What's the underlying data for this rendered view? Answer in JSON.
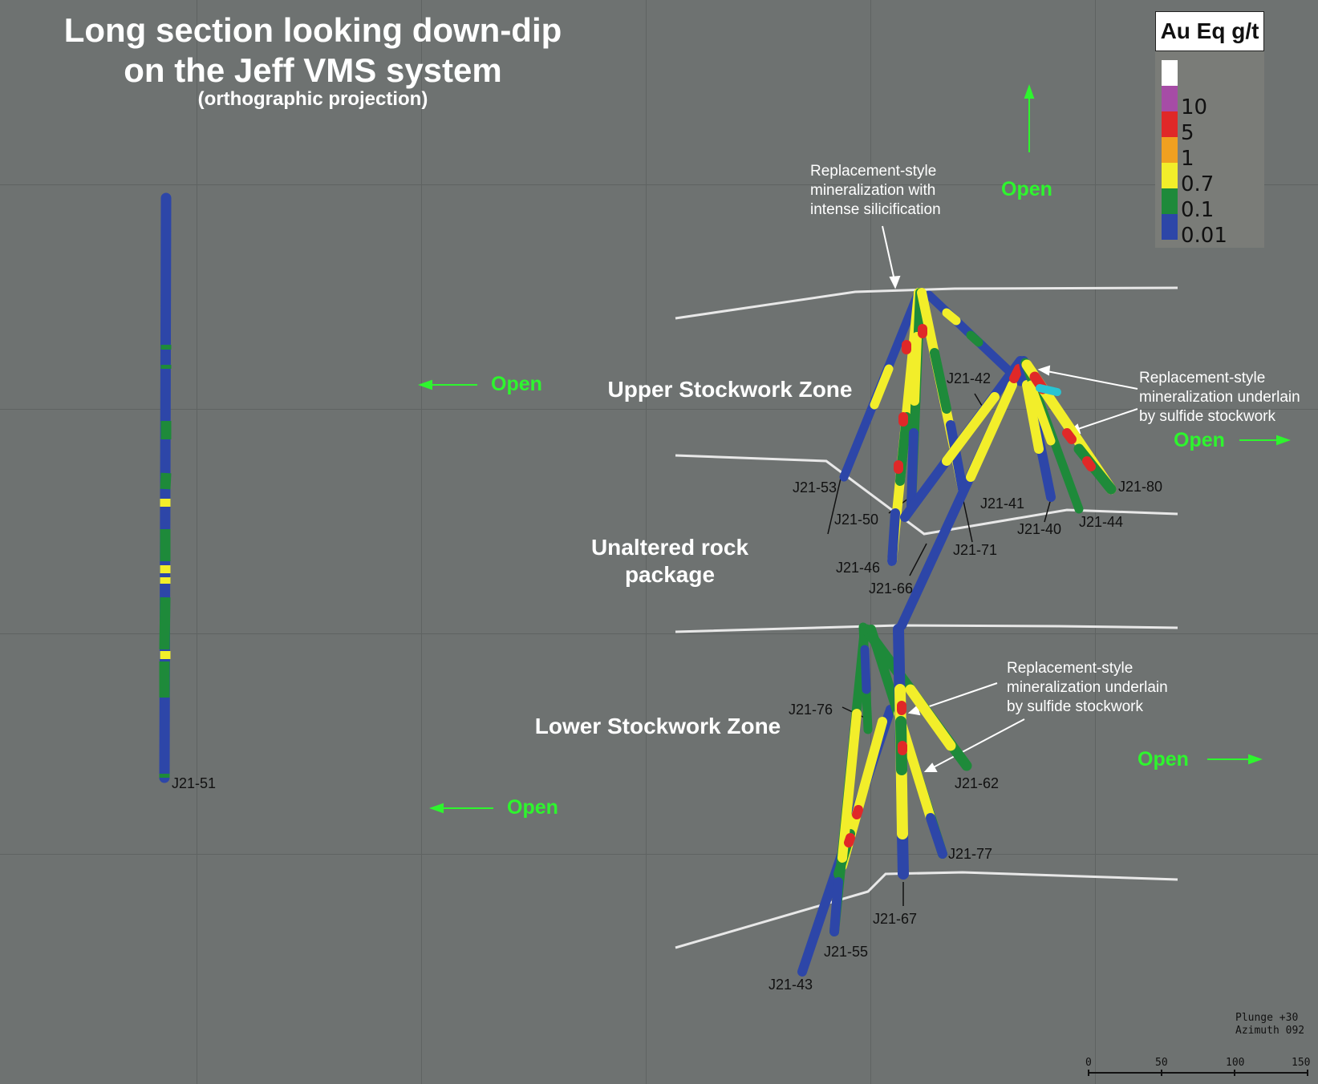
{
  "title": {
    "line1": "Long section looking down-dip",
    "line2": "on the Jeff VMS system",
    "line3": "(orthographic projection)"
  },
  "legend": {
    "title": "Au Eq g/t",
    "entries": [
      {
        "label": "",
        "color": "#ffffff"
      },
      {
        "label": "10",
        "color": "#a64ca6"
      },
      {
        "label": "5",
        "color": "#e02828"
      },
      {
        "label": "1",
        "color": "#f0a020"
      },
      {
        "label": "0.7",
        "color": "#f2ee2a"
      },
      {
        "label": "0.1",
        "color": "#1e8a3a"
      },
      {
        "label": "0.01",
        "color": "#2d46a8"
      }
    ]
  },
  "zones": {
    "upper": "Upper Stockwork Zone",
    "unaltered_1": "Unaltered rock",
    "unaltered_2": "package",
    "lower": "Lower Stockwork Zone"
  },
  "notes": {
    "top": [
      "Replacement-style",
      "mineralization with",
      "intense silicification"
    ],
    "right_upper": [
      "Replacement-style",
      "mineralization underlain",
      "by sulfide stockwork"
    ],
    "right_lower": [
      "Replacement-style",
      "mineralization underlain",
      "by sulfide stockwork"
    ]
  },
  "open_labels": {
    "top": "Open",
    "left_upper": "Open",
    "right_upper": "Open",
    "left_lower": "Open",
    "right_lower": "Open"
  },
  "drill_holes": {
    "j21_51": "J21-51",
    "j21_42": "J21-42",
    "j21_53": "J21-53",
    "j21_50": "J21-50",
    "j21_41": "J21-41",
    "j21_40": "J21-40",
    "j21_44": "J21-44",
    "j21_80": "J21-80",
    "j21_71": "J21-71",
    "j21_46": "J21-46",
    "j21_66": "J21-66",
    "j21_76": "J21-76",
    "j21_62": "J21-62",
    "j21_77": "J21-77",
    "j21_67": "J21-67",
    "j21_55": "J21-55",
    "j21_43": "J21-43"
  },
  "orientation": {
    "plunge": "Plunge +30",
    "azimuth": "Azimuth 092"
  },
  "scale_bar": {
    "ticks": [
      "0",
      "50",
      "100",
      "150"
    ]
  }
}
